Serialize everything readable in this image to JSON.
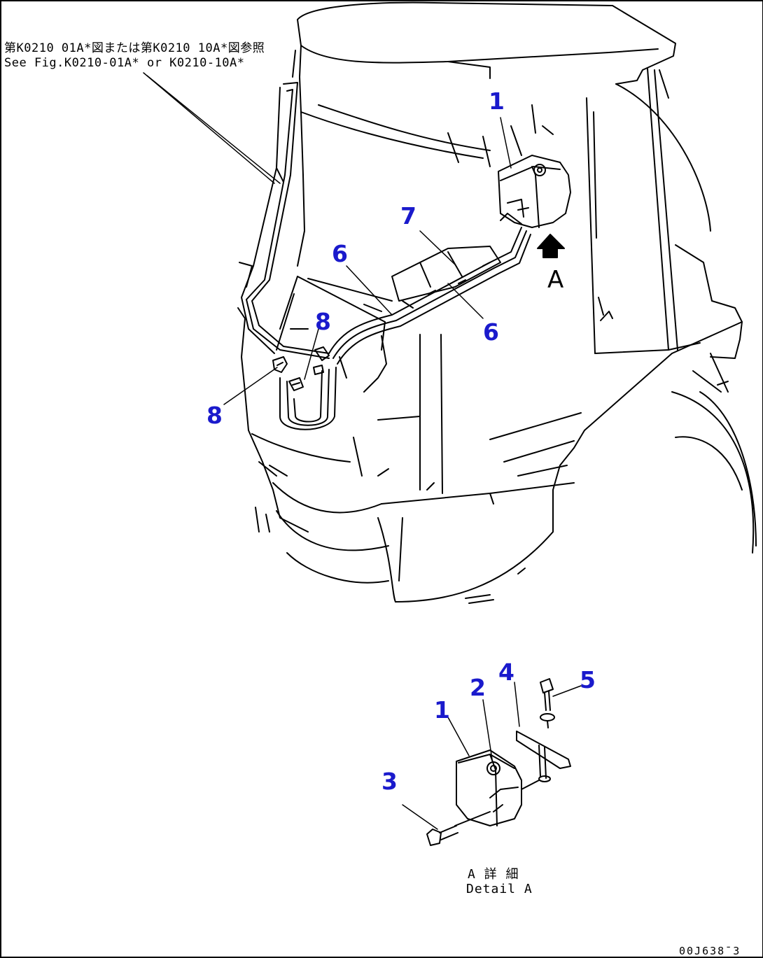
{
  "reference_note": {
    "line_jp": "第K0210 01A*図または第K0210 10A*図参照",
    "line_en": "See Fig.K0210-01A* or K0210-10A*"
  },
  "callouts": {
    "tank_upper": "1",
    "cover_7": "7",
    "hose_6_left": "6",
    "hose_6_right": "6",
    "clamp_8_upper": "8",
    "clamp_8_lower": "8",
    "tank_detail": "1",
    "cap": "2",
    "bolt": "3",
    "bracket": "4",
    "bolt_5": "5"
  },
  "view_arrow": {
    "letter": "A"
  },
  "detail": {
    "caption_jp": "A 詳 細",
    "caption_en": "Detail A"
  },
  "drawing_number": "00J638¯3",
  "colors": {
    "line": "#000000",
    "callout": "#1a1acc",
    "background": "#ffffff"
  }
}
